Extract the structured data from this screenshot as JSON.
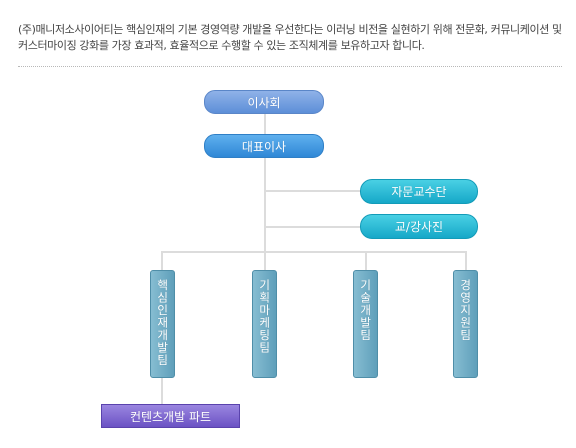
{
  "intro": "(주)매니저소사이어티는 핵심인재의 기본 경영역량 개발을 우선한다는 이러닝 비전을 실현하기 위해 전문화, 커뮤니케이션 및 커스터마이징 강화를 가장 효과적, 효율적으로 수행할 수 있는 조직체계를 보유하고자 합니다.",
  "org": {
    "board": "이사회",
    "ceo": "대표이사",
    "advisory": "자문교수단",
    "instructors": "교/강사진",
    "teams": [
      "핵심인재개발팀",
      "기획마케팅팀",
      "기술개발팀",
      "경영지원팀"
    ],
    "part": "컨텐츠개발 파트"
  },
  "colors": {
    "board": "#7ea6e4",
    "ceo": "#3f98e0",
    "advisory": "#2cbdd8",
    "team": "#72afc6",
    "part": "#7e66d4",
    "connector": "#dcdcdc"
  }
}
